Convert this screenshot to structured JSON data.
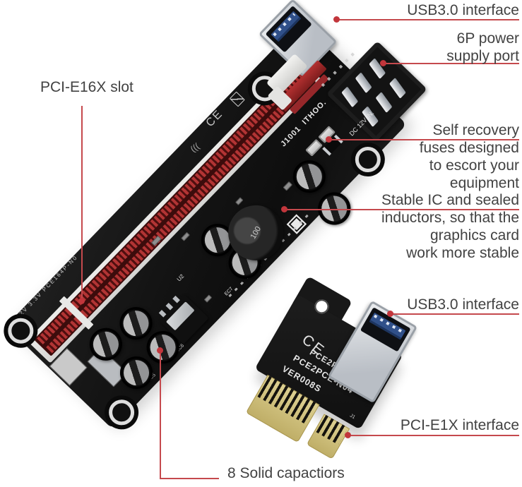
{
  "annotations": {
    "line_color": "#c5494d",
    "text_color": "#424242",
    "usb_top": "USB3.0 interface",
    "power_line1": "6P power",
    "power_line2": "supply port",
    "pcie16": "PCI-E16X slot",
    "fuses_line1": "Self recovery",
    "fuses_line2": "fuses designed",
    "fuses_line3": "to escort your",
    "fuses_line4": "equipment",
    "ic_line1": "Stable IC and sealed",
    "ic_line2": "inductors, so that the",
    "ic_line3": "graphics card",
    "ic_line4": "work more stable",
    "usb_card": "USB3.0 interface",
    "pcie1": "PCI-E1X interface",
    "caps": "8 Solid capactiors"
  },
  "riser_board": {
    "brand": "ITHOO.",
    "connector_ref": "J1001",
    "power_label": "DC 12V IN.",
    "edge_print": "12V   3.3V   PCE164P-N0",
    "ic_ref": "U2",
    "cap_ref_1": "EC5",
    "cap_ref_2": "EC6",
    "cap_ref_3": "EC7",
    "inductor_marking": "100",
    "cert": "CE",
    "squiggle": "((("
  },
  "adapter_card": {
    "model": "PCE2PCE-N04",
    "version": "VER008S",
    "connector_ref": "J1",
    "cert": "CE"
  },
  "colors": {
    "pcb_black": "#141414",
    "slot_red": "#b23434",
    "gold_fingers": "#cfc083",
    "usb_blue": "#30508a",
    "annotation_red": "#c5494d"
  }
}
